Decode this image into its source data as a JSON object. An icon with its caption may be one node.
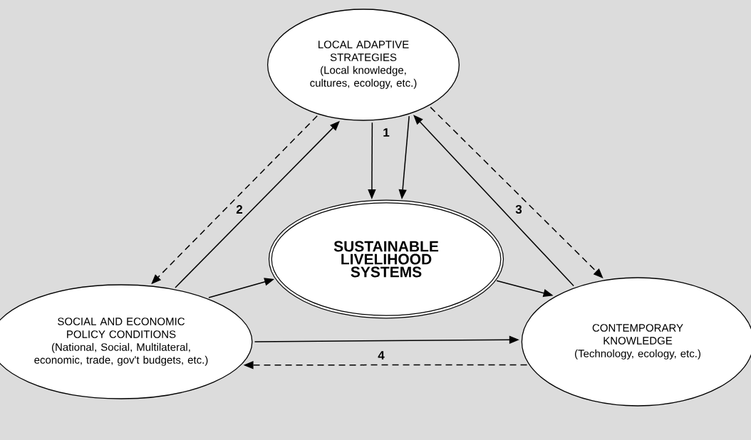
{
  "diagram": {
    "nodes": [
      {
        "text": [
          "LOCAL ADAPTIVE STRATEGIES",
          "(Local knowledge, cultures, ecology, etc.)"
        ]
      },
      {
        "text": [
          "SUSTAINABLE LIVELIHOOD SYSTEMS"
        ]
      },
      {
        "text": [
          "SOCIAL AND ECONOMIC POLICY CONDITIONS",
          "(National, Social, Multilateral, economic, trade, gov't budgets, etc.)"
        ]
      },
      {
        "text": [
          "CONTEMPORARY KNOWLEDGE",
          "(Technology, ecology, etc.)"
        ]
      }
    ],
    "edges": [
      {
        "from": 0,
        "to": 1,
        "arrow": "to",
        "label": "1"
      },
      {
        "from": 0,
        "to": 1,
        "arrow": "to"
      },
      {
        "from": 2,
        "to": 0,
        "arrow": "to",
        "label": "2"
      },
      {
        "from": 0,
        "to": 2,
        "arrow": "to",
        "style": "dashed"
      },
      {
        "from": 2,
        "to": 1,
        "arrow": "to"
      },
      {
        "from": 1,
        "to": 3,
        "arrow": "to"
      },
      {
        "from": 3,
        "to": 0,
        "arrow": "to",
        "label": "3"
      },
      {
        "from": 0,
        "to": 3,
        "arrow": "to",
        "style": "dashed"
      },
      {
        "from": 2,
        "to": 3,
        "arrow": "to",
        "label": "4"
      },
      {
        "from": 3,
        "to": 2,
        "arrow": "to",
        "style": "dashed"
      }
    ]
  }
}
